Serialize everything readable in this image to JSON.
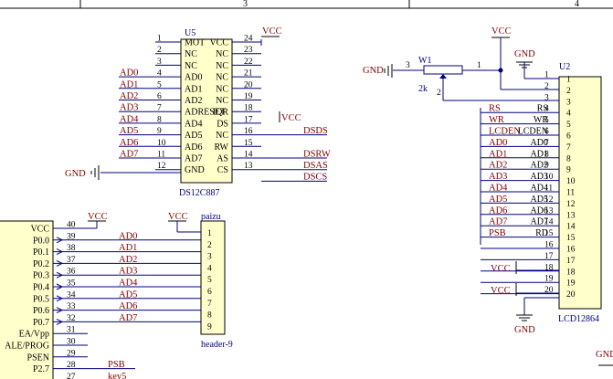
{
  "frame": {
    "zone_3": "3",
    "zone_4": "4"
  },
  "power": {
    "vcc": "VCC",
    "gnd": "GND"
  },
  "u5": {
    "ref": "U5",
    "value": "DS12C887",
    "left": [
      {
        "num": "1",
        "name": "MOT",
        "net": ""
      },
      {
        "num": "2",
        "name": "NC",
        "net": ""
      },
      {
        "num": "3",
        "name": "NC",
        "net": ""
      },
      {
        "num": "4",
        "name": "AD0",
        "net": "AD0"
      },
      {
        "num": "5",
        "name": "AD1",
        "net": "AD1"
      },
      {
        "num": "6",
        "name": "AD2",
        "net": "AD2"
      },
      {
        "num": "7",
        "name": "AD3",
        "net": "AD3"
      },
      {
        "num": "8",
        "name": "AD4",
        "net": "AD4"
      },
      {
        "num": "9",
        "name": "AD5",
        "net": "AD5"
      },
      {
        "num": "10",
        "name": "AD6",
        "net": "AD6"
      },
      {
        "num": "11",
        "name": "AD7",
        "net": "AD7"
      },
      {
        "num": "12",
        "name": "GND",
        "net": ""
      }
    ],
    "right": [
      {
        "num": "24",
        "name": "VCC",
        "net": ""
      },
      {
        "num": "23",
        "name": "NC",
        "net": ""
      },
      {
        "num": "22",
        "name": "NC",
        "net": ""
      },
      {
        "num": "21",
        "name": "NC",
        "net": ""
      },
      {
        "num": "20",
        "name": "NC",
        "net": ""
      },
      {
        "num": "19",
        "name": "NC",
        "net": ""
      },
      {
        "num": "18",
        "name": "IQR",
        "net": ""
      },
      {
        "num": "17",
        "name": "RESET",
        "net": "DSDS"
      },
      {
        "num": "16",
        "name": "DS",
        "net": ""
      },
      {
        "num": "15",
        "name": "NC",
        "net": "DSRW"
      },
      {
        "num": "14",
        "name": "RW",
        "net": "DSAS"
      },
      {
        "num": "13",
        "name": "AS",
        "net": "DSCS"
      }
    ],
    "right_names_extra": [
      {
        "name": "ADRESET"
      },
      {
        "name": "CS"
      }
    ]
  },
  "u5_fix": {
    "left_names": [
      "MOT",
      "NC",
      "NC",
      "AD0",
      "AD1",
      "AD2",
      "ADRESET",
      "AD4",
      "AD5",
      "AD6",
      "AD7",
      "GND"
    ],
    "right_names": [
      "VCC",
      "NC",
      "NC",
      "NC",
      "NC",
      "NC",
      "IQR",
      "RESET",
      "DS",
      "NC",
      "RW",
      "AS",
      "CS"
    ]
  },
  "w1": {
    "ref": "W1",
    "value": "2k",
    "pins": [
      "3",
      "1",
      "2"
    ]
  },
  "u2": {
    "ref": "U2",
    "value": "LCD12864",
    "pins": [
      {
        "num": "1",
        "net": "",
        "name": ""
      },
      {
        "num": "2",
        "net": "",
        "name": ""
      },
      {
        "num": "3",
        "net": "",
        "name": ""
      },
      {
        "num": "4",
        "net": "RS",
        "name": "RS"
      },
      {
        "num": "5",
        "net": "WR",
        "name": "WR"
      },
      {
        "num": "6",
        "net": "LCDEN",
        "name": "LCDEN"
      },
      {
        "num": "7",
        "net": "AD0",
        "name": "AD0"
      },
      {
        "num": "8",
        "net": "AD1",
        "name": "AD1"
      },
      {
        "num": "9",
        "net": "AD2",
        "name": "AD2"
      },
      {
        "num": "10",
        "net": "AD3",
        "name": "AD3"
      },
      {
        "num": "11",
        "net": "AD4",
        "name": "AD4"
      },
      {
        "num": "12",
        "net": "AD5",
        "name": "AD5"
      },
      {
        "num": "13",
        "net": "AD6",
        "name": "AD6"
      },
      {
        "num": "14",
        "net": "AD7",
        "name": "AD7"
      },
      {
        "num": "15",
        "net": "PSB",
        "name": "RD"
      },
      {
        "num": "16",
        "net": "",
        "name": ""
      },
      {
        "num": "17",
        "net": "",
        "name": ""
      },
      {
        "num": "18",
        "net": "",
        "name": ""
      },
      {
        "num": "19",
        "net": "",
        "name": ""
      },
      {
        "num": "20",
        "net": "",
        "name": ""
      }
    ],
    "inner_nums": [
      "1",
      "2",
      "3",
      "4",
      "5",
      "6",
      "7",
      "8",
      "9",
      "10",
      "11",
      "12",
      "13",
      "14",
      "15",
      "16",
      "17",
      "18",
      "19",
      "20"
    ],
    "outer_nums": [
      "1",
      "2",
      "3",
      "4",
      "5",
      "6",
      "7",
      "8",
      "9",
      "10",
      "11",
      "12",
      "13",
      "14",
      "15",
      "16",
      "17",
      "18",
      "19",
      "20"
    ]
  },
  "mcu": {
    "pins": [
      {
        "num": "40",
        "name": "VCC",
        "net": ""
      },
      {
        "num": "39",
        "name": "P0.0",
        "net": "AD0"
      },
      {
        "num": "38",
        "name": "P0.1",
        "net": "AD1"
      },
      {
        "num": "37",
        "name": "P0.2",
        "net": "AD2"
      },
      {
        "num": "36",
        "name": "P0.3",
        "net": "AD3"
      },
      {
        "num": "35",
        "name": "P0.4",
        "net": "AD4"
      },
      {
        "num": "34",
        "name": "P0.5",
        "net": "AD5"
      },
      {
        "num": "33",
        "name": "P0.6",
        "net": "AD6"
      },
      {
        "num": "32",
        "name": "P0.7",
        "net": "AD7"
      },
      {
        "num": "31",
        "name": "EA/Vpp",
        "net": ""
      },
      {
        "num": "30",
        "name": "ALE/PROG",
        "net": ""
      },
      {
        "num": "29",
        "name": "PSEN",
        "net": ""
      },
      {
        "num": "28",
        "name": "P2.7",
        "net": "PSB"
      },
      {
        "num": "27",
        "name": "",
        "net": "key5"
      }
    ]
  },
  "header": {
    "ref": "paizu",
    "value": "header-9",
    "pins": [
      "1",
      "2",
      "3",
      "4",
      "5",
      "6",
      "7",
      "8",
      "9"
    ]
  }
}
